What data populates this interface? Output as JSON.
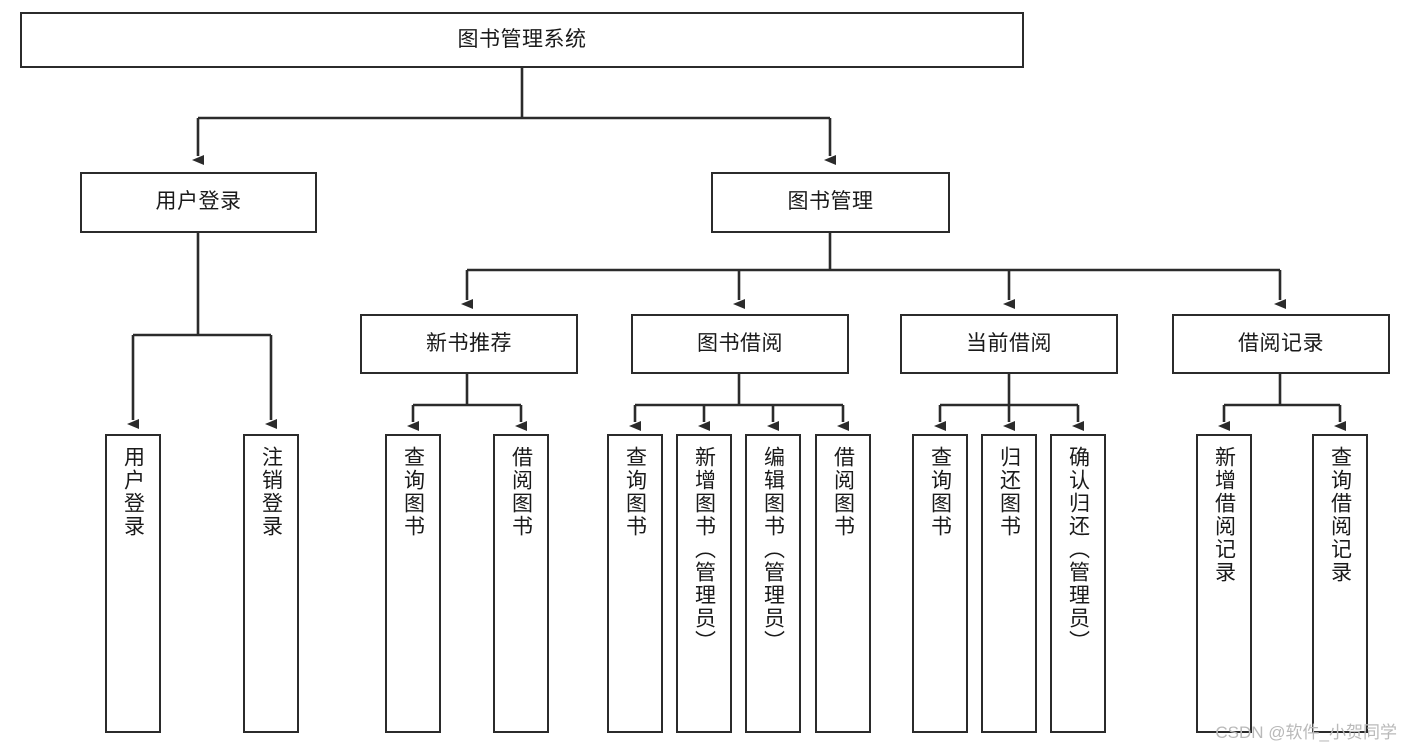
{
  "diagram": {
    "title": "图书管理系统",
    "type": "tree-hierarchy",
    "orientation": "top-down",
    "colors": {
      "box_border": "#2b2b2b",
      "box_fill": "#ffffff",
      "connector": "#2b2b2b",
      "text": "#1a1a1a",
      "watermark": "#b9b9b9",
      "background": "#ffffff"
    }
  },
  "root": {
    "label": "图书管理系统"
  },
  "level2": {
    "user_login": {
      "label": "用户登录"
    },
    "book_manage": {
      "label": "图书管理"
    }
  },
  "level3": {
    "new_book_rec": {
      "label": "新书推荐"
    },
    "book_borrow": {
      "label": "图书借阅"
    },
    "current_borrow": {
      "label": "当前借阅"
    },
    "borrow_record": {
      "label": "借阅记录"
    }
  },
  "leaves": {
    "user_login": [
      {
        "label": "用户登录"
      },
      {
        "label": "注销登录"
      }
    ],
    "new_book_rec": [
      {
        "label": "查询图书"
      },
      {
        "label": "借阅图书"
      }
    ],
    "book_borrow": [
      {
        "label": "查询图书"
      },
      {
        "label": "新增图书（管理员）"
      },
      {
        "label": "编辑图书（管理员）"
      },
      {
        "label": "借阅图书"
      }
    ],
    "current_borrow": [
      {
        "label": "查询图书"
      },
      {
        "label": "归还图书"
      },
      {
        "label": "确认归还（管理员）"
      }
    ],
    "borrow_record": [
      {
        "label": "新增借阅记录"
      },
      {
        "label": "查询借阅记录"
      }
    ]
  },
  "watermark": {
    "text": "CSDN @软件_小贺同学"
  }
}
